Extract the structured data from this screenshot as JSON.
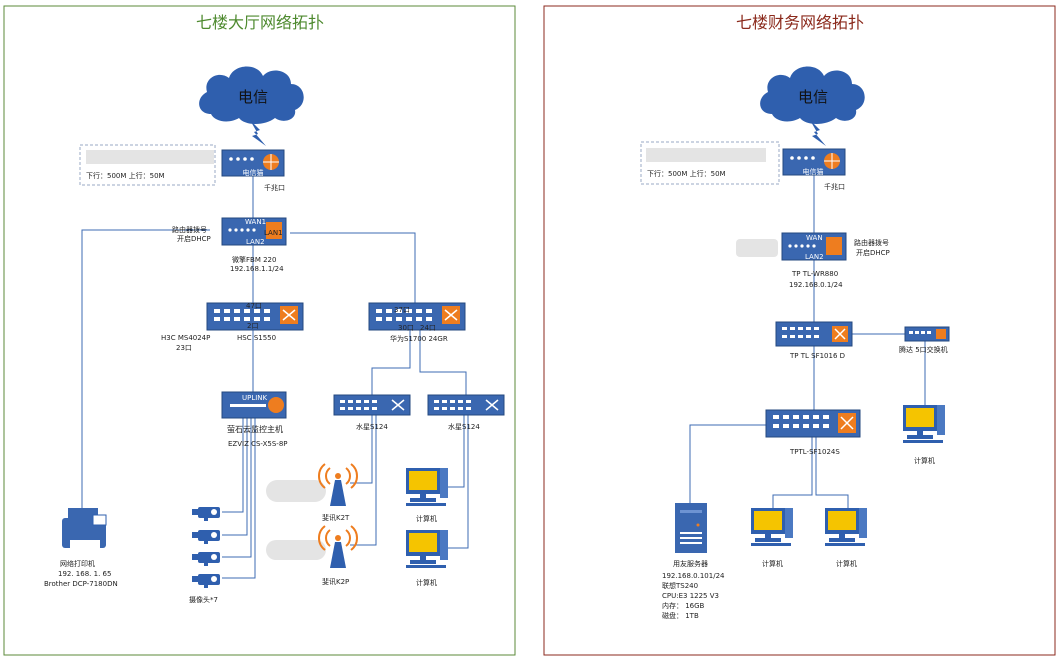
{
  "left": {
    "title": "七楼大厅网络拓扑",
    "cloud": "电信",
    "bandwidth": "下行：500M 上行：50M",
    "isp_modem": "电信猫",
    "gigabit_port": "千兆口",
    "router_wan1": "WAN1",
    "router_lan1": "LAN1",
    "router_lan2": "LAN2",
    "router_note1": "路由器拨号",
    "router_note2": "开启DHCP",
    "router_name": "微擎FBM 220",
    "router_ip": "192.168.1.1/24",
    "sw_h3c_port_top": "47口",
    "sw_h3c_port_bottom": "2口",
    "sw_h3c_label1": "H3C MS4024P",
    "sw_h3c_label2": "23口",
    "sw_h3c_name": "HSC S1550",
    "sw_hw_port_top": "37口",
    "sw_hw_port_b1": "30口",
    "sw_hw_port_b2": "24口",
    "sw_hw_name": "华为S1700 24GR",
    "nvr_label": "UPLINK",
    "nvr_name": "萤石云监控主机",
    "nvr_model": "EZVIZ CS-X5S-8P",
    "sw_small1": "水星S124",
    "sw_small2": "水星S124",
    "ap1": "斐讯K2T",
    "ap2": "斐讯K2P",
    "pc1": "计算机",
    "pc2": "计算机",
    "printer1": "网络打印机",
    "printer2": "192. 168. 1. 65",
    "printer3": "Brother DCP-7180DN",
    "camera": "摄像头*7"
  },
  "right": {
    "title": "七楼财务网络拓扑",
    "cloud": "电信",
    "bandwidth": "下行：500M 上行：50M",
    "isp_modem": "电信猫",
    "gigabit_port": "千兆口",
    "router_wan": "WAN",
    "router_lan2": "LAN2",
    "router_note1": "路由器拨号",
    "router_note2": "开启DHCP",
    "router_name": "TP TL-WR880",
    "router_ip": "192.168.0.1/24",
    "sw_main": "TP TL SF1016 D",
    "sw_tenda": "腾达 5口交换机",
    "sw_2": "TPTL-SF1024S",
    "server1": "用友服务器",
    "server2": "192.168.0.101/24",
    "server3": "联想TS240",
    "server4": "CPU:E3 1225 V3",
    "server5": "内存：  16GB",
    "server6": "磁盘：  1TB",
    "pc1": "计算机",
    "pc2": "计算机",
    "pc3": "计算机"
  },
  "colors": {
    "left_border": "#5b8a3a",
    "left_title": "#4e8a2f",
    "right_border": "#8b2a1c",
    "right_title": "#8b2a1c",
    "cloud": "#2f5fae",
    "device": "#3a67b0",
    "accent": "#ee7d1f",
    "monitor": "#f5c400"
  }
}
